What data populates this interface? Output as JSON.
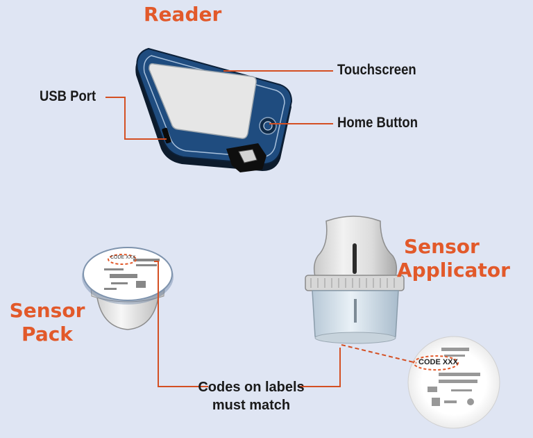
{
  "titles": {
    "reader": "Reader",
    "sensor_pack": [
      "Sensor",
      "Pack"
    ],
    "sensor_applicator": [
      "Sensor",
      "Applicator"
    ]
  },
  "callouts": {
    "touchscreen": "Touchscreen",
    "usb_port": "USB Port",
    "home_button": "Home Button",
    "codes_match": [
      "Codes on labels",
      "must match"
    ]
  },
  "labels": {
    "pack_code": "CODE XXX",
    "applicator_code": "CODE XXX"
  },
  "colors": {
    "accent": "#e2592a",
    "background": "#dfe5f3",
    "reader_body": "#1f4c7f",
    "reader_screen": "#e6e6e6",
    "callout_line": "#d44f22"
  }
}
